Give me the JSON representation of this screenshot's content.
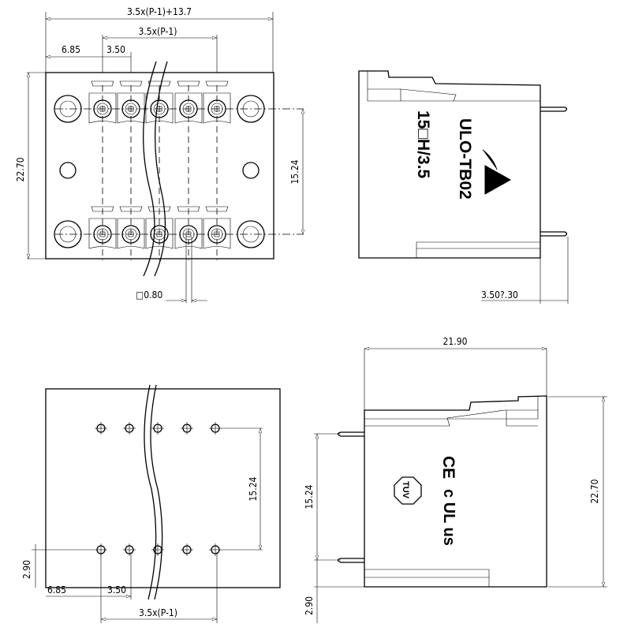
{
  "top_view": {
    "overall_width": "3.5x(P-1)+13.7",
    "pitch_span": "3.5x(P-1)",
    "edge_offset": "6.85",
    "pitch": "3.50",
    "height": "22.70",
    "row_spacing": "15.24",
    "pin_size": "□0.80"
  },
  "side_view": {
    "marking_line1": "ULO-TB02",
    "marking_line2": "15□H/3.5",
    "pin_length": "3.50?.30"
  },
  "bottom_view": {
    "row_spacing": "15.24",
    "edge_offset_v": "2.90",
    "edge_offset": "6.85",
    "pitch": "3.50",
    "pitch_span": "3.5x(P-1)"
  },
  "end_view": {
    "depth": "21.90",
    "height": "22.70",
    "row_spacing": "15.24",
    "pin_offset": "2.90",
    "cert_tuv": "TUV",
    "cert_ce": "CE",
    "cert_ul": "c UL us"
  }
}
